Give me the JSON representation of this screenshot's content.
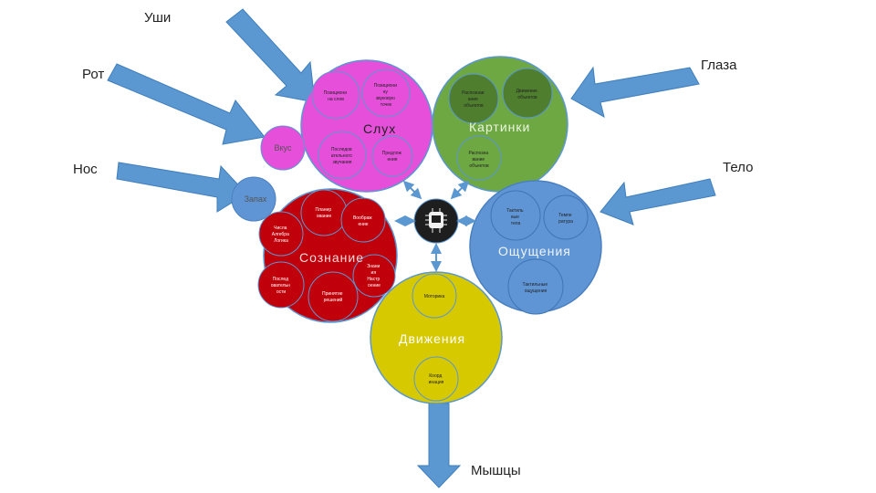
{
  "senses": {
    "ears": "Уши",
    "eyes": "Глаза",
    "mouth": "Рот",
    "nose": "Нос",
    "body": "Тело",
    "muscles": "Мышцы"
  },
  "circles": {
    "hearing": {
      "title": "Слух",
      "sub": [
        [
          "Позициони",
          "на слов"
        ],
        [
          "Позициони",
          "ну",
          "звуковую",
          "точек"
        ],
        [
          "Последов",
          "ательного",
          "звучания"
        ],
        [
          "Предлож",
          "ения"
        ]
      ]
    },
    "taste": {
      "title": "Вкус"
    },
    "smell": {
      "title": "Запах"
    },
    "pictures": {
      "title": "Картинки",
      "sub": [
        [
          "Распознав",
          "ание",
          "объектов"
        ],
        [
          "Движение",
          "объектов"
        ],
        [
          "Распозна",
          "вание",
          "объектов"
        ]
      ]
    },
    "consciousness": {
      "title": "Сознание",
      "sub": [
        [
          "Планир",
          "ование"
        ],
        [
          "Воображ",
          "ение"
        ],
        [
          "Числа",
          "Алгебра",
          "Логика"
        ],
        [
          "Послед",
          "овательн",
          "ости"
        ],
        [
          "Принятие",
          "решений"
        ],
        [
          "Знани",
          "ия",
          "Настр",
          "оение"
        ]
      ]
    },
    "sensations": {
      "title": "Ощущения",
      "sub": [
        [
          "Тактиль",
          "ные",
          "тела"
        ],
        [
          "Темпе",
          "ратура"
        ],
        [
          "Тактильные",
          "ощущения"
        ]
      ]
    },
    "movement": {
      "title": "Движения",
      "sub": [
        [
          "Моторика"
        ],
        [
          "Коорд",
          "инация"
        ]
      ]
    }
  },
  "colors": {
    "hearing": "#e54fd9",
    "pictures": "#6ea843",
    "pictures_dark": "#4f7f2e",
    "consciousness": "#c0000a",
    "sensations": "#5f95d4",
    "movement": "#d6c900",
    "smell": "#5f95d4",
    "arrow": "#5b97d1",
    "core": "#1e1e1e"
  },
  "icons": [
    "brain-chip-icon"
  ]
}
